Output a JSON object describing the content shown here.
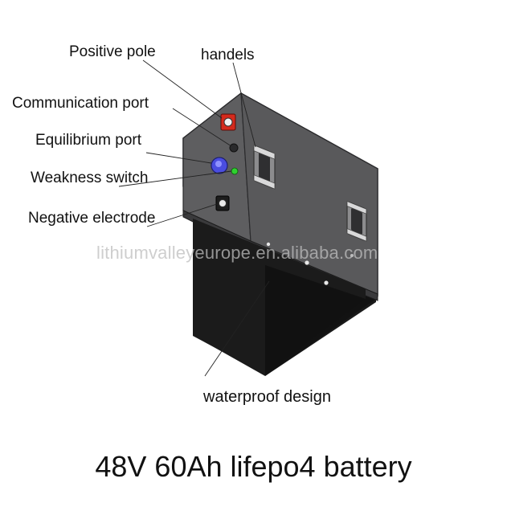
{
  "labels": {
    "positive_pole": "Positive pole",
    "handels": "handels",
    "communication_port": "Communication port",
    "equilibrium_port": "Equilibrium port",
    "weakness_switch": "Weakness switch",
    "negative_electrode": "Negative electrode",
    "waterproof_design": "waterproof design"
  },
  "watermark": "lithiumvalleyeurope.en.alibaba.com",
  "caption": "48V 60Ah lifepo4 battery",
  "colors": {
    "panel": "#555557",
    "panel_edge": "#2b2b2d",
    "bottom_body": "#171717",
    "positive_terminal": "#d42a1c",
    "equilibrium_knob": "#4a4de0",
    "switch_indicator": "#2fd12f",
    "negative_terminal": "#1d1d1d"
  }
}
